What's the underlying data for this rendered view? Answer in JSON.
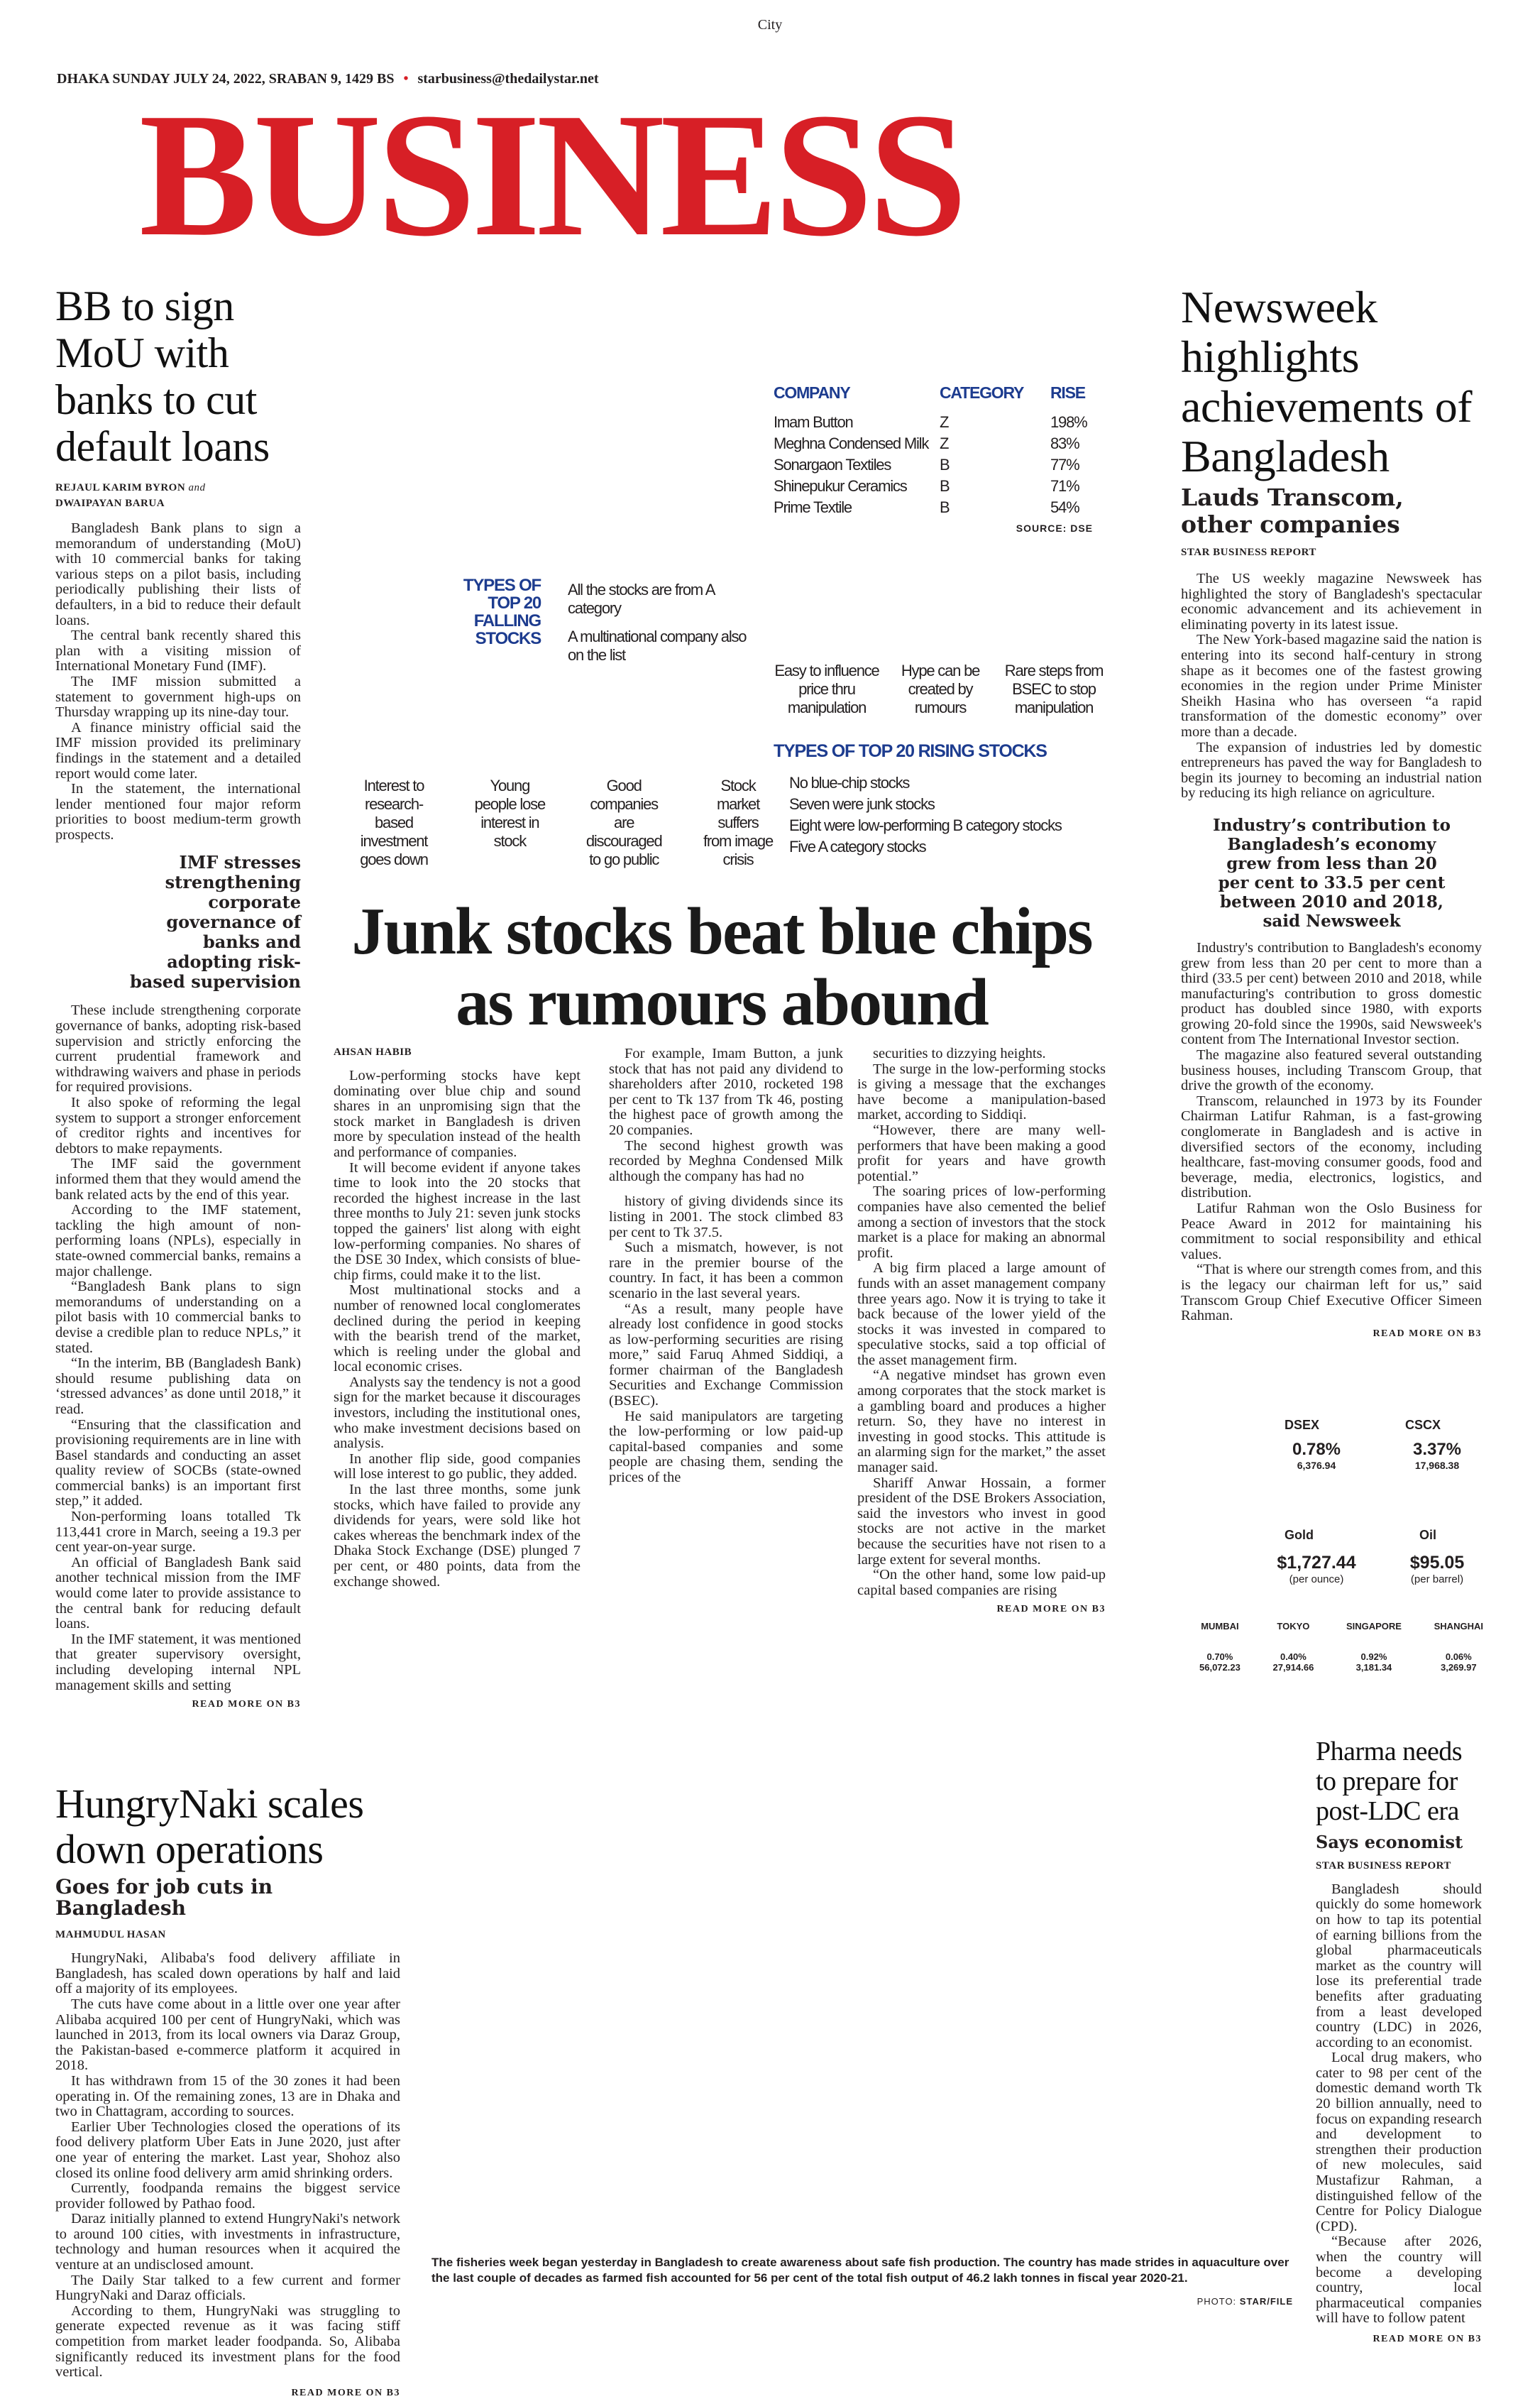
{
  "page": {
    "section": "City",
    "dateline": "DHAKA SUNDAY JULY 24, 2022, SRABAN 9, 1429 BS",
    "separator": "•",
    "email": "starbusiness@thedailystar.net",
    "masthead": "BUSINESS",
    "brand_color": "#d71f26"
  },
  "bb": {
    "headline": "BB to sign MoU with banks to cut default loans",
    "author1": "REJAUL KARIM BYRON",
    "and": "and",
    "author2": "DWAIPAYAN BARUA",
    "paras1": [
      "Bangladesh Bank plans to sign a memorandum of understanding (MoU) with 10 commercial banks for taking various steps on a pilot basis, including periodically publishing their lists of defaulters, in a bid to reduce their default loans.",
      "The central bank recently shared this plan with a visiting mission of International Monetary Fund (IMF).",
      "The IMF mission submitted a statement to government high-ups on Thursday wrapping up its nine-day tour.",
      "A finance ministry official said the IMF mission provided its preliminary findings in the statement and a detailed report would come later.",
      "In the statement, the international lender mentioned four major reform priorities to boost medium-term growth prospects."
    ],
    "subhead": "IMF stresses strengthening corporate governance of banks and adopting risk-based supervision",
    "paras2": [
      "These include strengthening corporate governance of banks, adopting risk-based supervision and strictly enforcing the current prudential framework and withdrawing waivers and phase in periods for required provisions.",
      "It also spoke of reforming the legal system to support a stronger enforcement of creditor rights and incentives for debtors to make repayments.",
      "The IMF said the government informed them that they would amend the bank related acts by the end of this year.",
      "According to the IMF statement, tackling the high amount of non-performing loans (NPLs), especially in state-owned commercial banks, remains a major challenge.",
      "“Bangladesh Bank plans to sign memorandums of understanding on a pilot basis with 10 commercial banks to devise a credible plan to reduce NPLs,” it stated.",
      "“In the interim, BB (Bangladesh Bank) should resume publishing data on ‘stressed advances’ as done until 2018,” it read.",
      "“Ensuring that the classification and provisioning requirements are in line with Basel standards and conducting an asset quality review of SOCBs (state-owned commercial banks) is an important first step,” it added.",
      "Non-performing loans totalled Tk 113,441 crore in March, seeing a 19.3 per cent year-on-year surge.",
      "An official of Bangladesh Bank said another technical mission from the IMF would come later to provide assistance to the central bank for reducing default loans.",
      "In the IMF statement, it was mentioned that greater supervisory oversight, including developing internal NPL management skills and setting"
    ],
    "read_more": "READ MORE ON B3"
  },
  "graphic": {
    "table": {
      "headers": [
        "COMPANY",
        "CATEGORY",
        "RISE"
      ],
      "rows": [
        [
          "Imam Button",
          "Z",
          "198%"
        ],
        [
          "Meghna Condensed Milk",
          "Z",
          "83%"
        ],
        [
          "Sonargaon Textiles",
          "B",
          "77%"
        ],
        [
          "Shinepukur Ceramics",
          "B",
          "71%"
        ],
        [
          "Prime Textile",
          "B",
          "54%"
        ]
      ],
      "source": "SOURCE: DSE"
    },
    "falling_title": [
      "TYPES OF",
      "TOP 20",
      "FALLING",
      "STOCKS"
    ],
    "falling_items": [
      "All the stocks are from A category",
      "A multinational company also on the list"
    ],
    "reasons": [
      "Easy to influence price thru manipulation",
      "Hype can be created by rumours",
      "Rare steps from BSEC to stop manipulation"
    ],
    "rising_title": "TYPES OF TOP 20 RISING STOCKS",
    "rising_items": [
      "No blue-chip stocks",
      "Seven were junk stocks",
      "Eight were low-performing B category stocks",
      "Five A category stocks"
    ],
    "effects": [
      "Interest to research-based investment goes down",
      "Young people lose interest in stock",
      "Good companies are discouraged to go public",
      "Stock market suffers from image crisis"
    ],
    "accent": "#1d3c8f"
  },
  "junk": {
    "headline": "Junk stocks beat blue chips as rumours abound",
    "author": "AHSAN HABIB",
    "col1": [
      "Low-performing stocks have kept dominating over blue chip and sound shares in an unpromising sign that the stock market in Bangladesh is driven more by speculation instead of the health and performance of companies.",
      "It will become evident if anyone takes time to look into the 20 stocks that recorded the highest increase in the last three months to July 21: seven junk stocks topped the gainers' list along with eight low-performing companies. No shares of the DSE 30 Index, which consists of blue-chip firms, could make it to the list.",
      "Most multinational stocks and a number of renowned local conglomerates declined during the period in keeping with the bearish trend of the market, which is reeling under the global and local economic crises.",
      "Analysts say the tendency is not a good sign for the market because it discourages investors, including the institutional ones, who make investment decisions based on analysis.",
      "In another flip side, good companies will lose interest to go public, they added.",
      "In the last three months, some junk stocks, which have failed to provide any dividends for years, were sold like hot cakes whereas the benchmark index of the Dhaka Stock Exchange (DSE) plunged 7 per cent, or 480 points, data from the exchange showed."
    ],
    "col2a": [
      "For example, Imam Button, a junk stock that has not paid any dividend to shareholders after 2010, rocketed 198 per cent to Tk 137 from Tk 46, posting the highest pace of growth among the 20 companies.",
      "The second highest growth was recorded by Meghna Condensed Milk although the company has had no"
    ],
    "col2b": [
      "history of giving dividends since its listing in 2001. The stock climbed 83 per cent to Tk 37.5.",
      "Such a mismatch, however, is not rare in the premier bourse of the country. In fact, it has been a common scenario in the last several years.",
      "“As a result, many people have already lost confidence in good stocks as low-performing securities are rising more,” said Faruq Ahmed Siddiqi, a former chairman of the Bangladesh Securities and Exchange Commission (BSEC).",
      "He said manipulators are targeting the low-performing or low paid-up capital-based companies and some people are chasing them, sending the prices of the"
    ],
    "col3": [
      "securities to dizzying heights.",
      "The surge in the low-performing stocks is giving a message that the exchanges have become a manipulation-based market, according to Siddiqi.",
      "“However, there are many well-performers that have been making a good profit for years and have growth potential.”",
      "The soaring prices of low-performing companies have also cemented the belief among a section of investors that the stock market is a place for making an abnormal profit.",
      "A big firm placed a large amount of funds with an asset management company three years ago. Now it is trying to take it back because of the lower yield of the stocks it was invested in compared to speculative stocks, said a top official of the asset management firm.",
      "“A negative mindset has grown even among corporates that the stock market is a gambling board and produces a higher return. So, they have no interest in investing in good stocks. This attitude is an alarming sign for the market,” the asset manager said.",
      "Shariff Anwar Hossain, a former president of the DSE Brokers Association, said the investors who invest in good stocks are not active in the market because the securities have not risen to a large extent for several months.",
      "“On the other hand, some low paid-up capital based companies are rising"
    ],
    "read_more": "READ MORE ON B3"
  },
  "newsweek": {
    "headline": "Newsweek highlights achievements of Bangladesh",
    "subhead": "Lauds Transcom, other companies",
    "author": "STAR BUSINESS REPORT",
    "paras1": [
      "The US weekly magazine Newsweek has highlighted the story of Bangladesh's spectacular economic advancement and its achievement in eliminating poverty in its latest issue.",
      "The New York-based magazine said the nation is entering into its second half-century in strong shape as it becomes one of the fastest growing economies in the region under Prime Minister Sheikh Hasina who has overseen “a rapid transformation of the domestic economy” over more than a decade.",
      "The expansion of industries led by domestic entrepreneurs has paved the way for Bangladesh to begin its journey to becoming an industrial nation by reducing its high reliance on agriculture."
    ],
    "pullquote": "Industry’s contribution to Bangladesh’s economy grew from less than 20 per cent to 33.5 per cent between 2010 and 2018, said Newsweek",
    "paras2": [
      "Industry's contribution to Bangladesh's economy grew from less than 20 per cent to more than a third (33.5 per cent) between 2010 and 2018, while manufacturing's contribution to gross domestic product has doubled since 1980, with exports growing 20-fold since the 1990s, said Newsweek's content from The International Investor section.",
      "The magazine also featured several outstanding business houses, including Transcom Group, that drive the growth of the economy.",
      "Transcom, relaunched in 1973 by its Founder Chairman Latifur Rahman, is a fast-growing conglomerate in Bangladesh and is active in diversified sectors of the economy, including healthcare, fast-moving consumer goods, food and beverage, media, electronics, logistics, and distribution.",
      "Latifur Rahman won the Oslo Business for Peace Award in 2012 for maintaining his commitment to social responsibility and ethical values.",
      "“That is where our strength comes from, and this is the legacy our chairman left for us,” said Transcom Group Chief Executive Officer Simeen Rahman."
    ],
    "read_more": "READ MORE ON B3"
  },
  "markets": {
    "indices": [
      {
        "name": "DSEX",
        "change": "0.78%",
        "value": "6,376.94"
      },
      {
        "name": "CSCX",
        "change": "3.37%",
        "value": "17,968.38"
      }
    ],
    "commodities": [
      {
        "name": "Gold",
        "price": "$1,727.44",
        "unit": "(per ounce)"
      },
      {
        "name": "Oil",
        "price": "$95.05",
        "unit": "(per barrel)"
      }
    ],
    "asian": [
      {
        "name": "MUMBAI",
        "change": "0.70%",
        "value": "56,072.23"
      },
      {
        "name": "TOKYO",
        "change": "0.40%",
        "value": "27,914.66"
      },
      {
        "name": "SINGAPORE",
        "change": "0.92%",
        "value": "3,181.34"
      },
      {
        "name": "SHANGHAI",
        "change": "0.06%",
        "value": "3,269.97"
      }
    ]
  },
  "hungrynaki": {
    "headline": "HungryNaki scales down operations",
    "subhead": "Goes for job cuts in Bangladesh",
    "author": "MAHMUDUL HASAN",
    "paras": [
      "HungryNaki, Alibaba's food delivery affiliate in Bangladesh, has scaled down operations by half and laid off a majority of its employees.",
      "The cuts have come about in a little over one year after Alibaba acquired 100 per cent of HungryNaki, which was launched in 2013, from its local owners via Daraz Group, the Pakistan-based e-commerce platform it acquired in 2018.",
      "It has withdrawn from 15 of the 30 zones it had been operating in. Of the remaining zones, 13 are in Dhaka and two in Chattagram, according to sources.",
      "Earlier Uber Technologies closed the operations of its food delivery platform Uber Eats in June 2020, just after one year of entering the market. Last year, Shohoz also closed its online food delivery arm amid shrinking orders.",
      "Currently, foodpanda remains the biggest service provider followed by Pathao food.",
      "Daraz initially planned to extend HungryNaki's network to around 100 cities, with investments in infrastructure, technology and human resources when it acquired the venture at an undisclosed amount.",
      "The Daily Star talked to a few current and former HungryNaki and Daraz officials.",
      "According to them, HungryNaki was struggling to generate expected revenue as it was facing stiff competition from market leader foodpanda. So, Alibaba significantly reduced its investment plans for the food vertical."
    ],
    "read_more": "READ MORE ON B3"
  },
  "photo": {
    "caption": "The fisheries week began yesterday in Bangladesh to create awareness about safe fish production. The country has made strides in aquaculture over the last couple of decades as farmed fish accounted for 56 per cent of the total fish output of 46.2 lakh tonnes in fiscal year 2020-21.",
    "credit_label": "PHOTO:",
    "credit": "STAR/FILE"
  },
  "pharma": {
    "headline": "Pharma needs to prepare for post-LDC era",
    "subhead": "Says economist",
    "author": "STAR BUSINESS REPORT",
    "paras": [
      "Bangladesh should quickly do some homework on how to tap its potential of earning billions from the global pharmaceuticals market as the country will lose its preferential trade benefits after graduating from a least developed country (LDC) in 2026, according to an economist.",
      "Local drug makers, who cater to 98 per cent of the domestic demand worth Tk 20 billion annually, need to focus on expanding research and development to strengthen their production of new molecules, said Mustafizur Rahman, a distinguished fellow of the Centre for Policy Dialogue (CPD).",
      "“Because after 2026, when the country will become a developing country, local pharmaceutical companies will have to follow patent"
    ],
    "read_more": "READ MORE ON B3"
  }
}
